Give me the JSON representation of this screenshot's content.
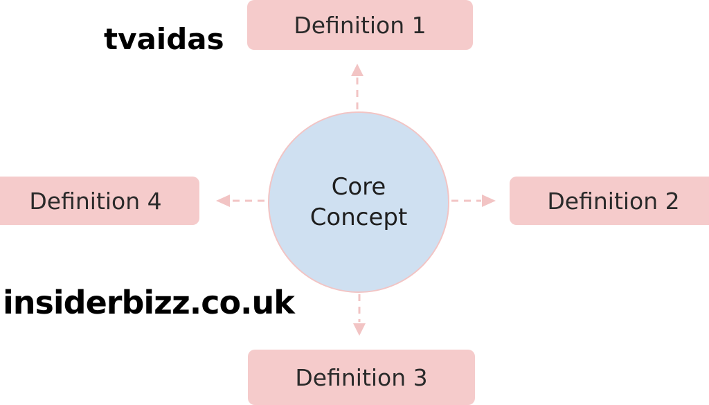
{
  "diagram": {
    "center": "Core\nConcept",
    "center_lines": [
      "Core",
      "Concept"
    ],
    "definitions": [
      "Definition 1",
      "Definition 2",
      "Definition 3",
      "Definition 4"
    ]
  },
  "watermarks": [
    "tvaidas",
    "insiderbizz.co.uk"
  ],
  "colors": {
    "box": "#f5cbcb",
    "circle": "#cfe0f1",
    "arrow": "#f2c4c4"
  }
}
